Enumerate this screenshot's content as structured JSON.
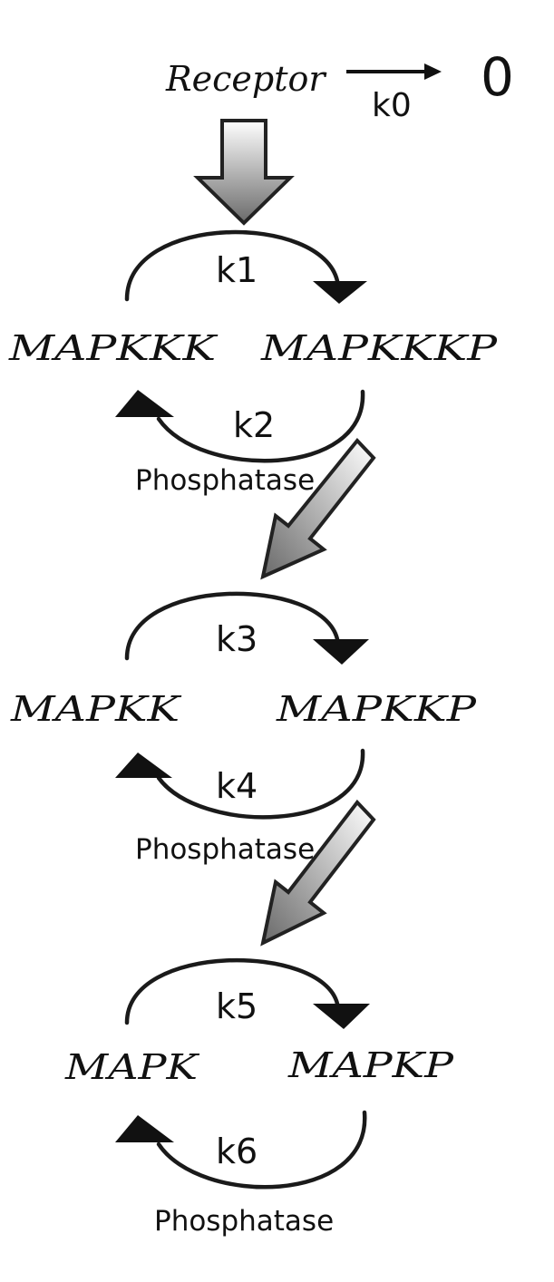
{
  "receptor": {
    "label": "Receptor",
    "decay_rate": "k0",
    "decay_product": "0"
  },
  "tiers": [
    {
      "forward_rate": "k1",
      "reverse_rate": "k2",
      "inactive": "MAPKKK",
      "active": "MAPKKKP",
      "reverse_catalyst": "Phosphatase"
    },
    {
      "forward_rate": "k3",
      "reverse_rate": "k4",
      "inactive": "MAPKK",
      "active": "MAPKKP",
      "reverse_catalyst": "Phosphatase"
    },
    {
      "forward_rate": "k5",
      "reverse_rate": "k6",
      "inactive": "MAPK",
      "active": "MAPKP",
      "reverse_catalyst": "Phosphatase"
    }
  ]
}
